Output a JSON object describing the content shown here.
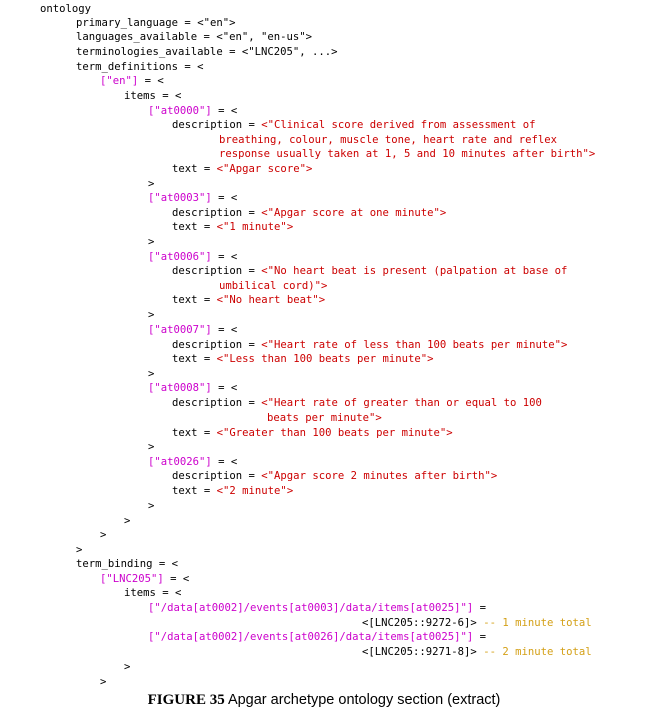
{
  "code_lines": [
    [
      {
        "t": "ontology",
        "s": "k"
      }
    ],
    [
      {
        "t": "primary_language = ",
        "s": "k"
      },
      {
        "t": "<\"en\">",
        "s": "p"
      }
    ],
    [
      {
        "t": "languages_available = ",
        "s": "k"
      },
      {
        "t": "<\"en\", \"en-us\">",
        "s": "p"
      }
    ],
    [
      {
        "t": "terminologies_available = ",
        "s": "k"
      },
      {
        "t": "<\"LNC205\", ...>",
        "s": "p"
      }
    ],
    [
      {
        "t": "term_definitions = <",
        "s": "k"
      }
    ],
    [
      {
        "t": "[\"en\"]",
        "s": "m"
      },
      {
        "t": " = <",
        "s": "p"
      }
    ],
    [
      {
        "t": "items = <",
        "s": "k"
      }
    ],
    [
      {
        "t": "[\"at0000\"]",
        "s": "m"
      },
      {
        "t": " = <",
        "s": "p"
      }
    ],
    [
      {
        "t": "description = ",
        "s": "k"
      },
      {
        "t": "<\"Clinical score derived from assessment of",
        "s": "r"
      }
    ],
    [
      {
        "t": "breathing, colour, muscle tone, heart rate and reflex",
        "s": "r"
      }
    ],
    [
      {
        "t": "response usually taken at 1, 5 and 10 minutes after birth\">",
        "s": "r"
      }
    ],
    [
      {
        "t": "text = ",
        "s": "k"
      },
      {
        "t": "<\"Apgar score\">",
        "s": "r"
      }
    ],
    [
      {
        "t": ">",
        "s": "p"
      }
    ],
    [
      {
        "t": "[\"at0003\"]",
        "s": "m"
      },
      {
        "t": " = <",
        "s": "p"
      }
    ],
    [
      {
        "t": "description = ",
        "s": "k"
      },
      {
        "t": "<\"Apgar score at one minute\">",
        "s": "r"
      }
    ],
    [
      {
        "t": "text = ",
        "s": "k"
      },
      {
        "t": "<\"1 minute\">",
        "s": "r"
      }
    ],
    [
      {
        "t": ">",
        "s": "p"
      }
    ],
    [
      {
        "t": "[\"at0006\"]",
        "s": "m"
      },
      {
        "t": " = <",
        "s": "p"
      }
    ],
    [
      {
        "t": "description = ",
        "s": "k"
      },
      {
        "t": "<\"No heart beat is present (palpation at base of",
        "s": "r"
      }
    ],
    [
      {
        "t": "umbilical cord)\">",
        "s": "r"
      }
    ],
    [
      {
        "t": "text = ",
        "s": "k"
      },
      {
        "t": "<\"No heart beat\">",
        "s": "r"
      }
    ],
    [
      {
        "t": ">",
        "s": "p"
      }
    ],
    [
      {
        "t": "[\"at0007\"]",
        "s": "m"
      },
      {
        "t": " = <",
        "s": "p"
      }
    ],
    [
      {
        "t": "description = ",
        "s": "k"
      },
      {
        "t": "<\"Heart rate of less than 100 beats per minute\">",
        "s": "r"
      }
    ],
    [
      {
        "t": "text = ",
        "s": "k"
      },
      {
        "t": "<\"Less than 100 beats per minute\">",
        "s": "r"
      }
    ],
    [
      {
        "t": ">",
        "s": "p"
      }
    ],
    [
      {
        "t": "[\"at0008\"]",
        "s": "m"
      },
      {
        "t": " = <",
        "s": "p"
      }
    ],
    [
      {
        "t": "description = ",
        "s": "k"
      },
      {
        "t": "<\"Heart rate of greater than or equal to 100",
        "s": "r"
      }
    ],
    [
      {
        "t": "beats per minute\">",
        "s": "r"
      }
    ],
    [
      {
        "t": "text = ",
        "s": "k"
      },
      {
        "t": "<\"Greater than 100 beats per minute\">",
        "s": "r"
      }
    ],
    [
      {
        "t": ">",
        "s": "p"
      }
    ],
    [
      {
        "t": "[\"at0026\"]",
        "s": "m"
      },
      {
        "t": " = <",
        "s": "p"
      }
    ],
    [
      {
        "t": "description = ",
        "s": "k"
      },
      {
        "t": "<\"Apgar score 2 minutes after birth\">",
        "s": "r"
      }
    ],
    [
      {
        "t": "text = ",
        "s": "k"
      },
      {
        "t": "<\"2 minute\">",
        "s": "r"
      }
    ],
    [
      {
        "t": ">",
        "s": "p"
      }
    ],
    [
      {
        "t": ">",
        "s": "p"
      }
    ],
    [
      {
        "t": ">",
        "s": "p"
      }
    ],
    [
      {
        "t": ">",
        "s": "p"
      }
    ],
    [
      {
        "t": "term_binding = <",
        "s": "k"
      }
    ],
    [
      {
        "t": "[\"LNC205\"]",
        "s": "m"
      },
      {
        "t": " = <",
        "s": "p"
      }
    ],
    [
      {
        "t": "items = <",
        "s": "k"
      }
    ],
    [
      {
        "t": "[\"/data[at0002]/events[at0003]/data/items[at0025]\"]",
        "s": "m"
      },
      {
        "t": " =",
        "s": "p"
      }
    ],
    [
      {
        "t": "<[LNC205::9272-6]>",
        "s": "p"
      },
      {
        "t": " -- 1 minute total",
        "s": "c"
      }
    ],
    [
      {
        "t": "[\"/data[at0002]/events[at0026]/data/items[at0025]\"]",
        "s": "m"
      },
      {
        "t": " =",
        "s": "p"
      }
    ],
    [
      {
        "t": "<[LNC205::9271-8]>",
        "s": "p"
      },
      {
        "t": " -- 2 minute total",
        "s": "c"
      }
    ],
    [
      {
        "t": ">",
        "s": "p"
      }
    ],
    [
      {
        "t": ">",
        "s": "p"
      }
    ]
  ],
  "caption": {
    "label": "FIGURE  35",
    "text": " Apgar archetype ontology section (extract)"
  }
}
